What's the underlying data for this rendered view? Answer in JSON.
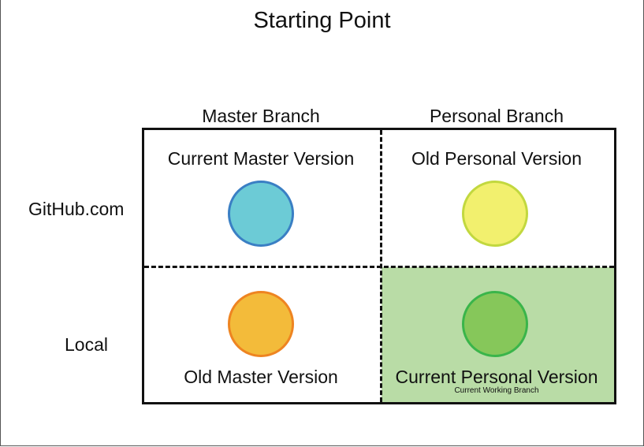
{
  "title": "Starting Point",
  "columns": [
    "Master Branch",
    "Personal Branch"
  ],
  "rows": [
    "GitHub.com",
    "Local"
  ],
  "cells": {
    "github_master": {
      "label": "Current Master Version",
      "fill": "#6ccbd6",
      "stroke": "#3a7fc4"
    },
    "github_personal": {
      "label": "Old Personal Version",
      "fill": "#f2f06e",
      "stroke": "#c2d83f"
    },
    "local_master": {
      "label": "Old Master Version",
      "fill": "#f3bb3a",
      "stroke": "#ee8421"
    },
    "local_personal": {
      "label": "Current Personal Version",
      "sublabel": "Current Working Branch",
      "fill": "#86c75a",
      "stroke": "#3ab54a",
      "highlight": "#b9dca6"
    }
  }
}
